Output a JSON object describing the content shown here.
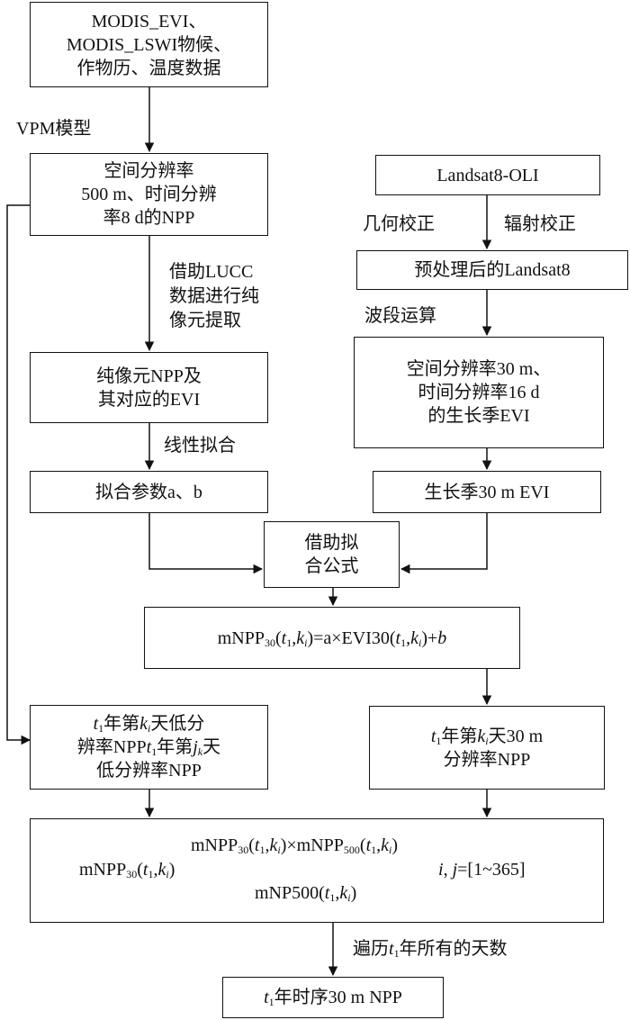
{
  "nodes": {
    "modis": {
      "lines": [
        "MODIS_EVI、",
        "MODIS_LSWI物候、",
        "作物历、温度数据"
      ]
    },
    "npp500": {
      "lines": [
        "空间分辨率",
        "500 m、时间分辨",
        "率8 d的NPP"
      ]
    },
    "landsat": {
      "text": "Landsat8-OLI"
    },
    "preprocessed": {
      "text": "预处理后的Landsat8"
    },
    "pure": {
      "lines": [
        "纯像元NPP及",
        "其对应的EVI"
      ]
    },
    "evi30": {
      "lines": [
        "空间分辨率30 m、",
        "时间分辨率16 d",
        "的生长季EVI"
      ]
    },
    "params": {
      "text": "拟合参数a、b"
    },
    "gs_evi": {
      "text": "生长季30 m EVI"
    },
    "formula_box": {
      "lines": [
        "借助拟",
        "合公式"
      ]
    },
    "mnpp": {
      "base": "mNPP",
      "sub": "30",
      "open": "(",
      "t": "t",
      "t_sub": "1",
      "comma": ",",
      "k": "k",
      "k_sub": "i",
      "close": ")",
      "rest": "=a×EVI30(",
      "b": "b",
      "plus": ")+"
    },
    "low_res": {
      "l1_a": "年第",
      "l1_b": "天低分",
      "l2_a": "辨率NPP",
      "l2_b": "年第",
      "l2_c": "天",
      "l3": "低分辨率NPP",
      "t": "t",
      "t_sub": "1",
      "k": "k",
      "k_sub": "i",
      "j": "j",
      "j_sub": "k"
    },
    "res30": {
      "l1_a": "年第",
      "l1_b": "天30 m",
      "l2": "分辨率NPP",
      "t": "t",
      "t_sub": "1",
      "k": "k",
      "k_sub": "i"
    },
    "big": {
      "left_base": "mNPP",
      "left_sub": "30",
      "num_a": "mNPP",
      "num_a_sub": "30",
      "num_mid": "×mNPP",
      "num_b_sub": "500",
      "den": "mNP500",
      "t": "t",
      "t_sub": "1",
      "k": "k",
      "k_sub": "i",
      "range_i": "i",
      "range_sep": ", ",
      "range_j": "j",
      "range_val": "=[1~365]"
    },
    "series": {
      "rest": "年时序30 m NPP",
      "t": "t",
      "t_sub": "1"
    }
  },
  "labels": {
    "vpm": "VPM模型",
    "lucc": [
      "借助LUCC",
      "数据进行纯",
      "像元提取"
    ],
    "geo": "几何校正",
    "rad": "辐射校正",
    "band": "波段运算",
    "linear": "线性拟合",
    "traverse_a": "遍历",
    "traverse_b": "年所有的天数",
    "t": "t",
    "t_sub": "1"
  },
  "colors": {
    "stroke": "#111111",
    "background": "#ffffff"
  }
}
